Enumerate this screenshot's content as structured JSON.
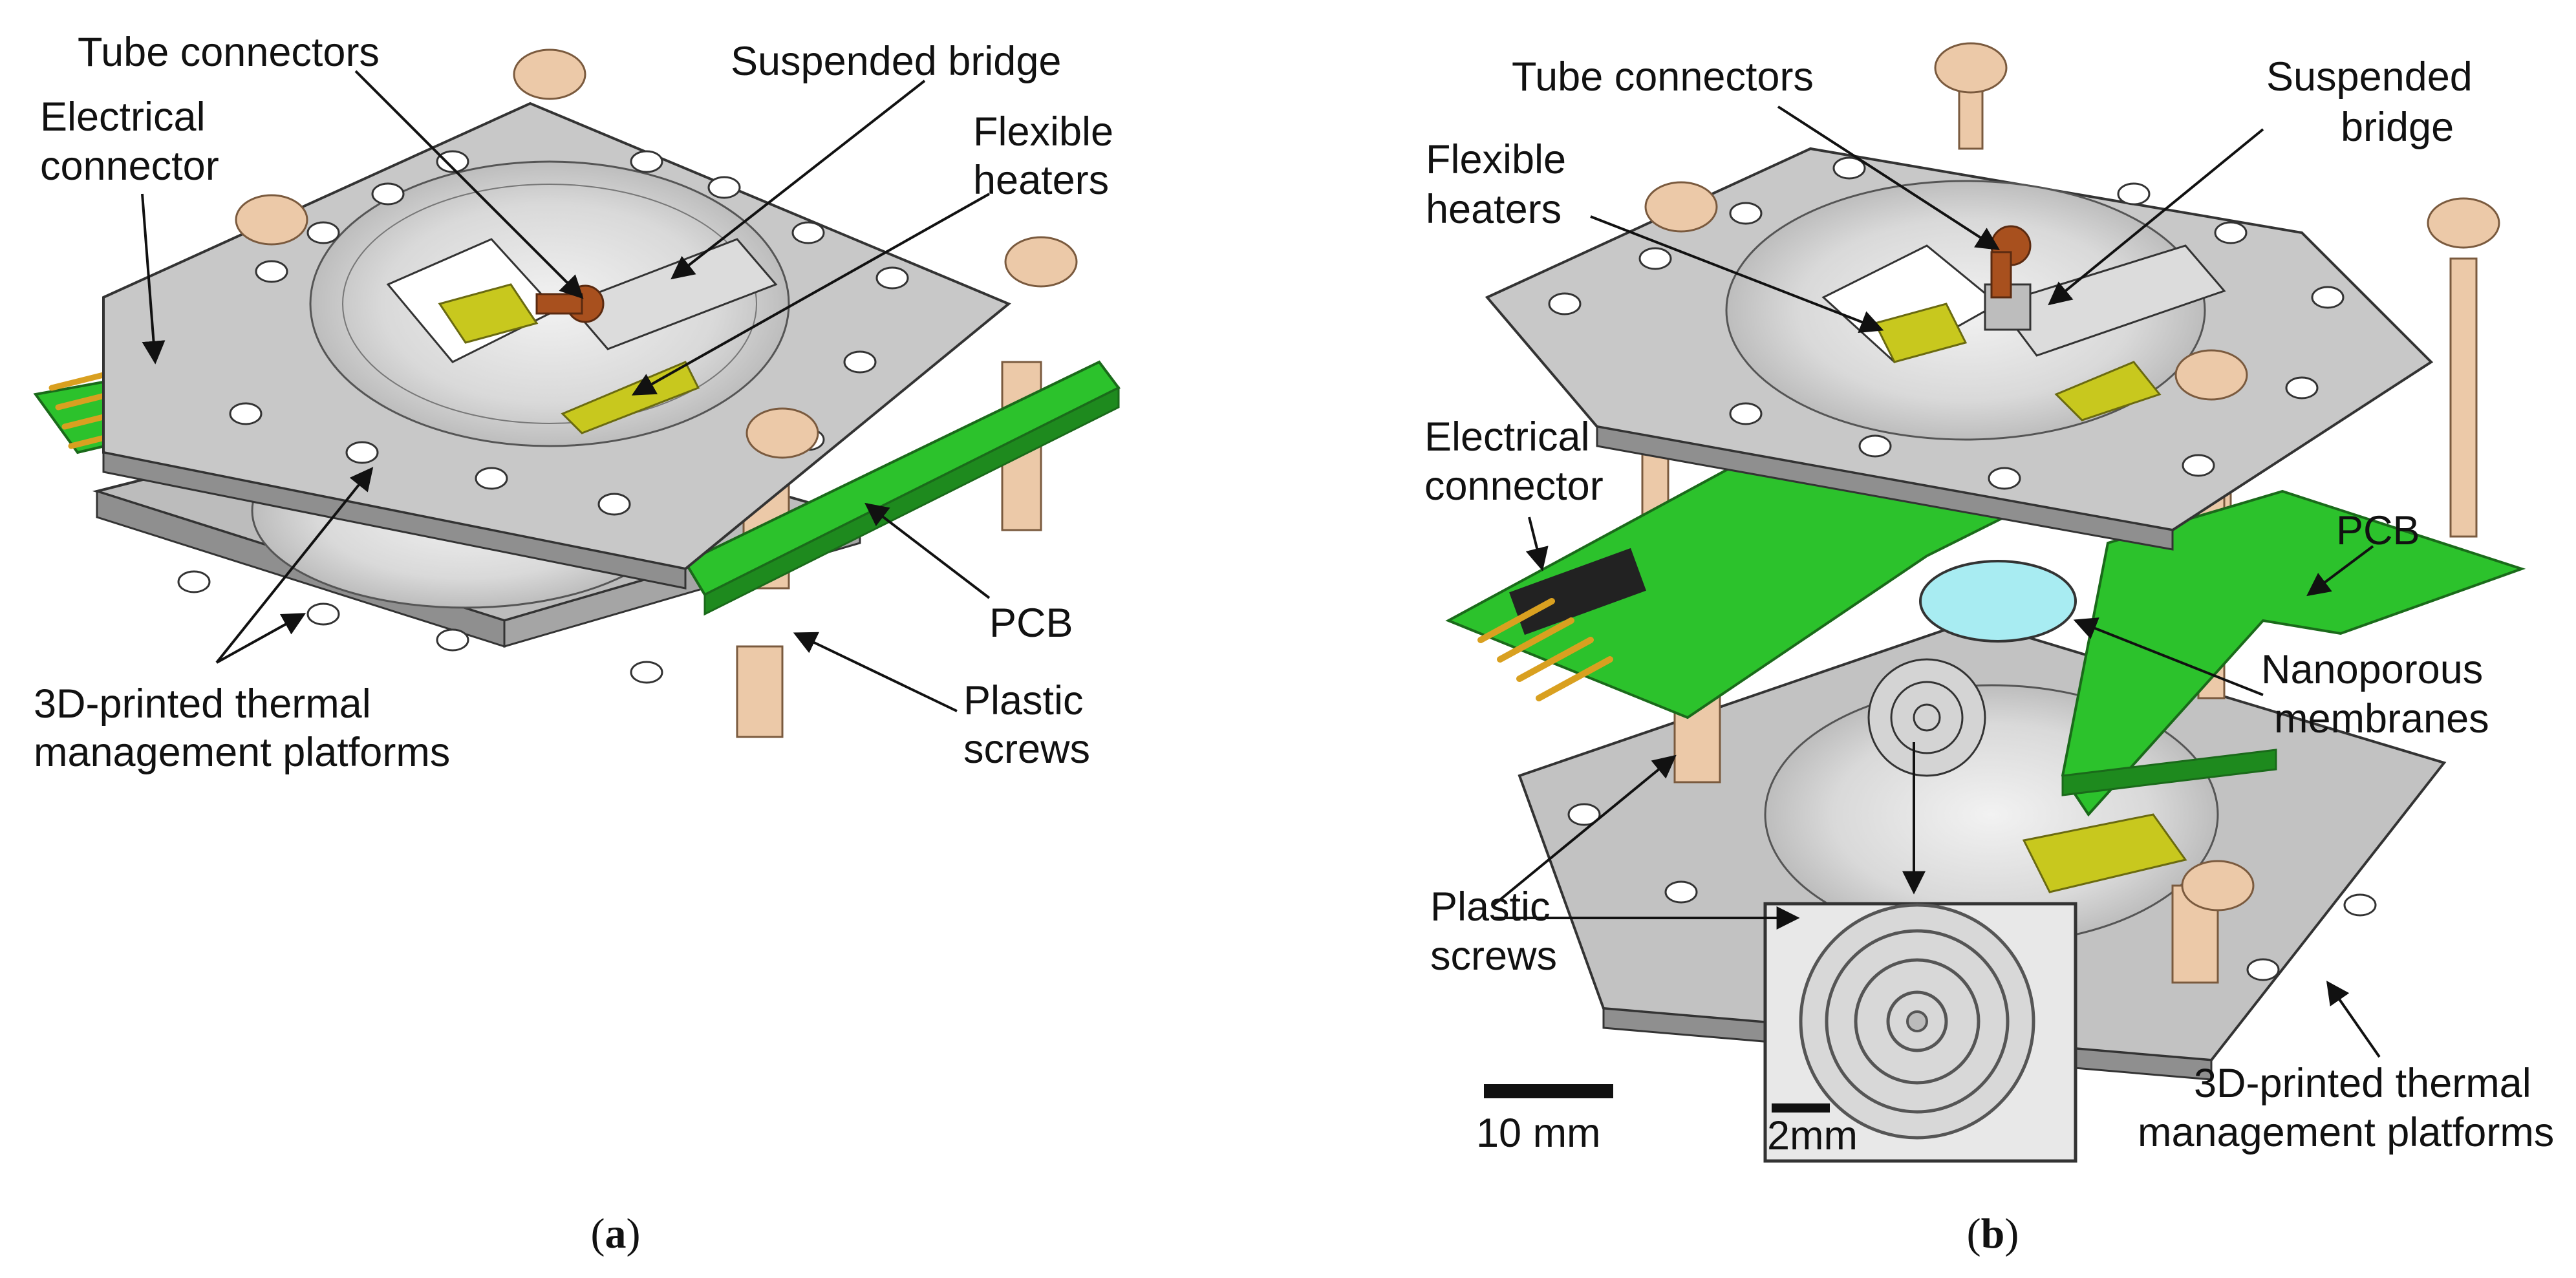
{
  "panel_a": {
    "labels": {
      "tube_connectors": "Tube connectors",
      "suspended_bridge": "Suspended bridge",
      "electrical_connector_1": "Electrical",
      "electrical_connector_2": "connector",
      "flexible_heaters_1": "Flexible",
      "flexible_heaters_2": "heaters",
      "pcb": "PCB",
      "platforms_1": "3D-printed thermal",
      "platforms_2": "management platforms",
      "plastic_screws_1": "Plastic",
      "plastic_screws_2": "screws"
    },
    "caption_open": "(",
    "caption_letter": "a",
    "caption_close": ")"
  },
  "panel_b": {
    "labels": {
      "tube_connectors": "Tube connectors",
      "suspended_bridge_1": "Suspended",
      "suspended_bridge_2": "bridge",
      "flexible_heaters_1": "Flexible",
      "flexible_heaters_2": "heaters",
      "electrical_connector_1": "Electrical",
      "electrical_connector_2": "connector",
      "pcb": "PCB",
      "nanoporous_1": "Nanoporous",
      "nanoporous_2": "membranes",
      "plastic_screws_1": "Plastic",
      "plastic_screws_2": "screws",
      "platforms_1": "3D-printed thermal",
      "platforms_2": "management platforms"
    },
    "scale_bar": "10 mm",
    "inset_scale": "2mm",
    "caption_open": "(",
    "caption_letter": "b",
    "caption_close": ")"
  },
  "colors": {
    "platform": "#c8c8c8",
    "platform_edge": "#3a3a3a",
    "pcb": "#2cc22c",
    "heater": "#c8c81e",
    "screw": "#ecc9a8",
    "tube": "#a8501e",
    "membrane": "#a8ecf2",
    "connector": "#222222",
    "pin": "#d9a020"
  }
}
